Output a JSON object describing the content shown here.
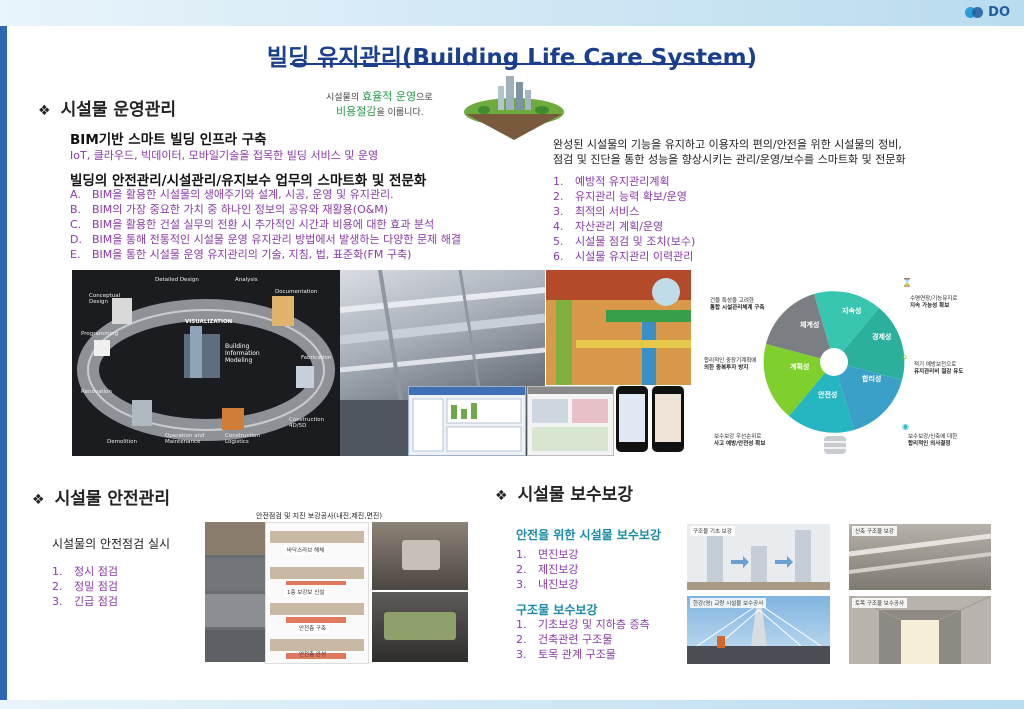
{
  "brand": {
    "logo_text": "DO"
  },
  "title": "빌딩 유지관리(Building Life Care System)",
  "banner": {
    "line1_prefix": "시설물의 ",
    "line1_highlight": "효율적 운영",
    "line1_suffix": "으로",
    "line2_highlight": "비용절감",
    "line2_suffix": "을 이룹니다."
  },
  "operation": {
    "heading": "시설물 운영관리",
    "sub1_title": "BIM기반 스마트 빌딩 인프라 구축",
    "sub1_desc": "IoT, 클라우드, 빅데이터, 모바일기술을 접목한 빌딩 서비스 및 운영",
    "sub2_title": "빌딩의 안전관리/시설관리/유지보수 업무의 스마트화 및 전문화",
    "items": [
      {
        "n": "A.",
        "text": "BIM을 활용한 시설물의 생애주기와 설계, 시공, 운영 및 유지관리."
      },
      {
        "n": "B.",
        "text": "BIM의 가장 중요한 가치 중 하나인 정보의 공유와 재활용(O&M)"
      },
      {
        "n": "C.",
        "text": "BIM을 활용한 건설 실무의 전환 시 추가적인 시간과 비용에 대한 효과 분석"
      },
      {
        "n": "D.",
        "text": "BIM을 통해 전통적인 시설물 운영 유지관리 방법에서 발생하는 다양한 문제 해결"
      },
      {
        "n": "E.",
        "text": "BIM을 통한 시설물 운영 유지관리의 기술, 지침, 법, 표준화(FM 구축)"
      }
    ],
    "right_desc_1": "완성된 시설물의 기능을 유지하고 이용자의 편의/안전을 위한 시설물의 정비,",
    "right_desc_2": "점검 및 진단을 통한 성능을 향상시키는 관리/운영/보수를 스마트화 및 전문화",
    "right_items": [
      {
        "n": "1.",
        "text": "예방적 유지관리계획"
      },
      {
        "n": "2.",
        "text": "유지관리 능력 확보/운영"
      },
      {
        "n": "3.",
        "text": "최적의 서비스"
      },
      {
        "n": "4.",
        "text": "자산관리 계획/운영"
      },
      {
        "n": "5.",
        "text": "시설물 점검 및 조치(보수)"
      },
      {
        "n": "6.",
        "text": "시설물 유지관리 이력관리"
      }
    ]
  },
  "bim_diagram": {
    "labels": [
      "Detailed Design",
      "Analysis",
      "Conceptual Design",
      "Documentation",
      "Programming",
      "VISUALIZATION",
      "Building Information Modeling",
      "Fabrication",
      "Construction 4D/5D",
      "Construction Logistics",
      "Operation and Maintenance",
      "Renovation",
      "Demolition"
    ]
  },
  "wheel": {
    "petals": [
      "지속성",
      "경제성",
      "합리성",
      "안전성",
      "계획성",
      "체계성"
    ],
    "notes": [
      {
        "line1": "건물 특성을 고려한",
        "line2": "통합 시설관리체계 구축"
      },
      {
        "line1": "수명연장/기능유지로",
        "line2": "지속 가능성 확보"
      },
      {
        "line1": "합리적인 중장기계획에",
        "line2": "의한 중복투자 방지"
      },
      {
        "line1": "적기 예방보전으로",
        "line2": "유지관리비 절감 유도"
      },
      {
        "line1": "보수보강 우선순위로",
        "line2": "사고 예방/안전성 확보"
      },
      {
        "line1": "보수보강/신축에 대한",
        "line2": "합리적인 의사결정"
      }
    ]
  },
  "safety": {
    "heading": "시설물 안전관리",
    "sub_title": "시설물의 안전점검 실시",
    "items": [
      {
        "n": "1.",
        "text": "정시 점검"
      },
      {
        "n": "2.",
        "text": "정밀 점검"
      },
      {
        "n": "3.",
        "text": "긴급 점검"
      }
    ],
    "photo_caption": "안전점검 및 지진 보강공사(내진,제진,면진)",
    "step_labels": [
      "바닥스라브 해체",
      "1층 보강보 신설",
      "안전층 구축",
      "안전층 완성"
    ]
  },
  "repair": {
    "heading": "시설물 보수보강",
    "sub1_title": "안전을 위한 시설물 보수보강",
    "sub1_items": [
      {
        "n": "1.",
        "text": "면진보강"
      },
      {
        "n": "2.",
        "text": "제진보강"
      },
      {
        "n": "3.",
        "text": "내진보강"
      }
    ],
    "sub2_title": "구조물 보수보강",
    "sub2_items": [
      {
        "n": "1.",
        "text": "기초보강 및 지하층 증측"
      },
      {
        "n": "2.",
        "text": "건축관련 구조물"
      },
      {
        "n": "3.",
        "text": "토목 관계 구조물"
      }
    ],
    "photo_tags": [
      "구조물 기초 보강",
      "신축 구조물 보강",
      "한강(영) 교량 시설물 보수공사",
      "토목 구조물 보수공사"
    ]
  },
  "colors": {
    "title": "#1b3f8c",
    "purple": "#8a3aa8",
    "teal": "#1a8aa6",
    "left_bar": "#2d68b3"
  }
}
